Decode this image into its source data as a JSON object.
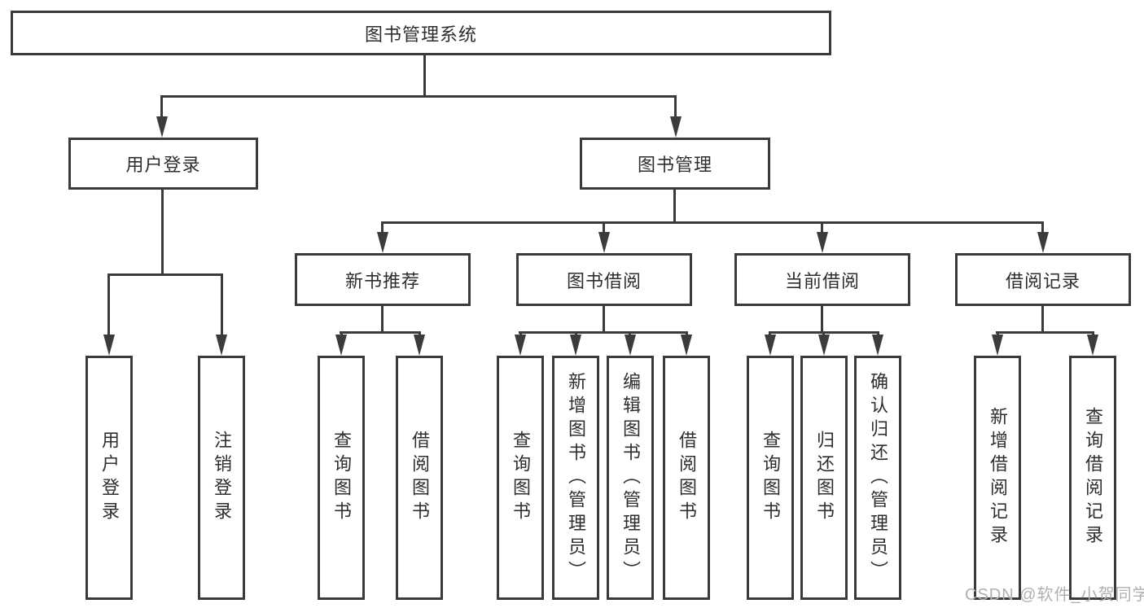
{
  "tree": {
    "root": "图书管理系统",
    "branches": [
      {
        "label": "用户登录",
        "children": [
          "用户登录",
          "注销登录"
        ]
      },
      {
        "label": "图书管理",
        "groups": [
          {
            "label": "新书推荐",
            "children": [
              "查询图书",
              "借阅图书"
            ]
          },
          {
            "label": "图书借阅",
            "children": [
              "查询图书",
              "新增图书（管理员）",
              "编辑图书（管理员）",
              "借阅图书"
            ]
          },
          {
            "label": "当前借阅",
            "children": [
              "查询图书",
              "归还图书",
              "确认归还（管理员）"
            ]
          },
          {
            "label": "借阅记录",
            "children": [
              "新增借阅记录",
              "查询借阅记录"
            ]
          }
        ]
      }
    ]
  },
  "watermark": {
    "text": "CSDN @软件_小贺同学",
    "color": "#b0b0b0"
  },
  "colors": {
    "line": "#3b3b3b",
    "text": "#2e2e2e",
    "background": "#ffffff"
  }
}
